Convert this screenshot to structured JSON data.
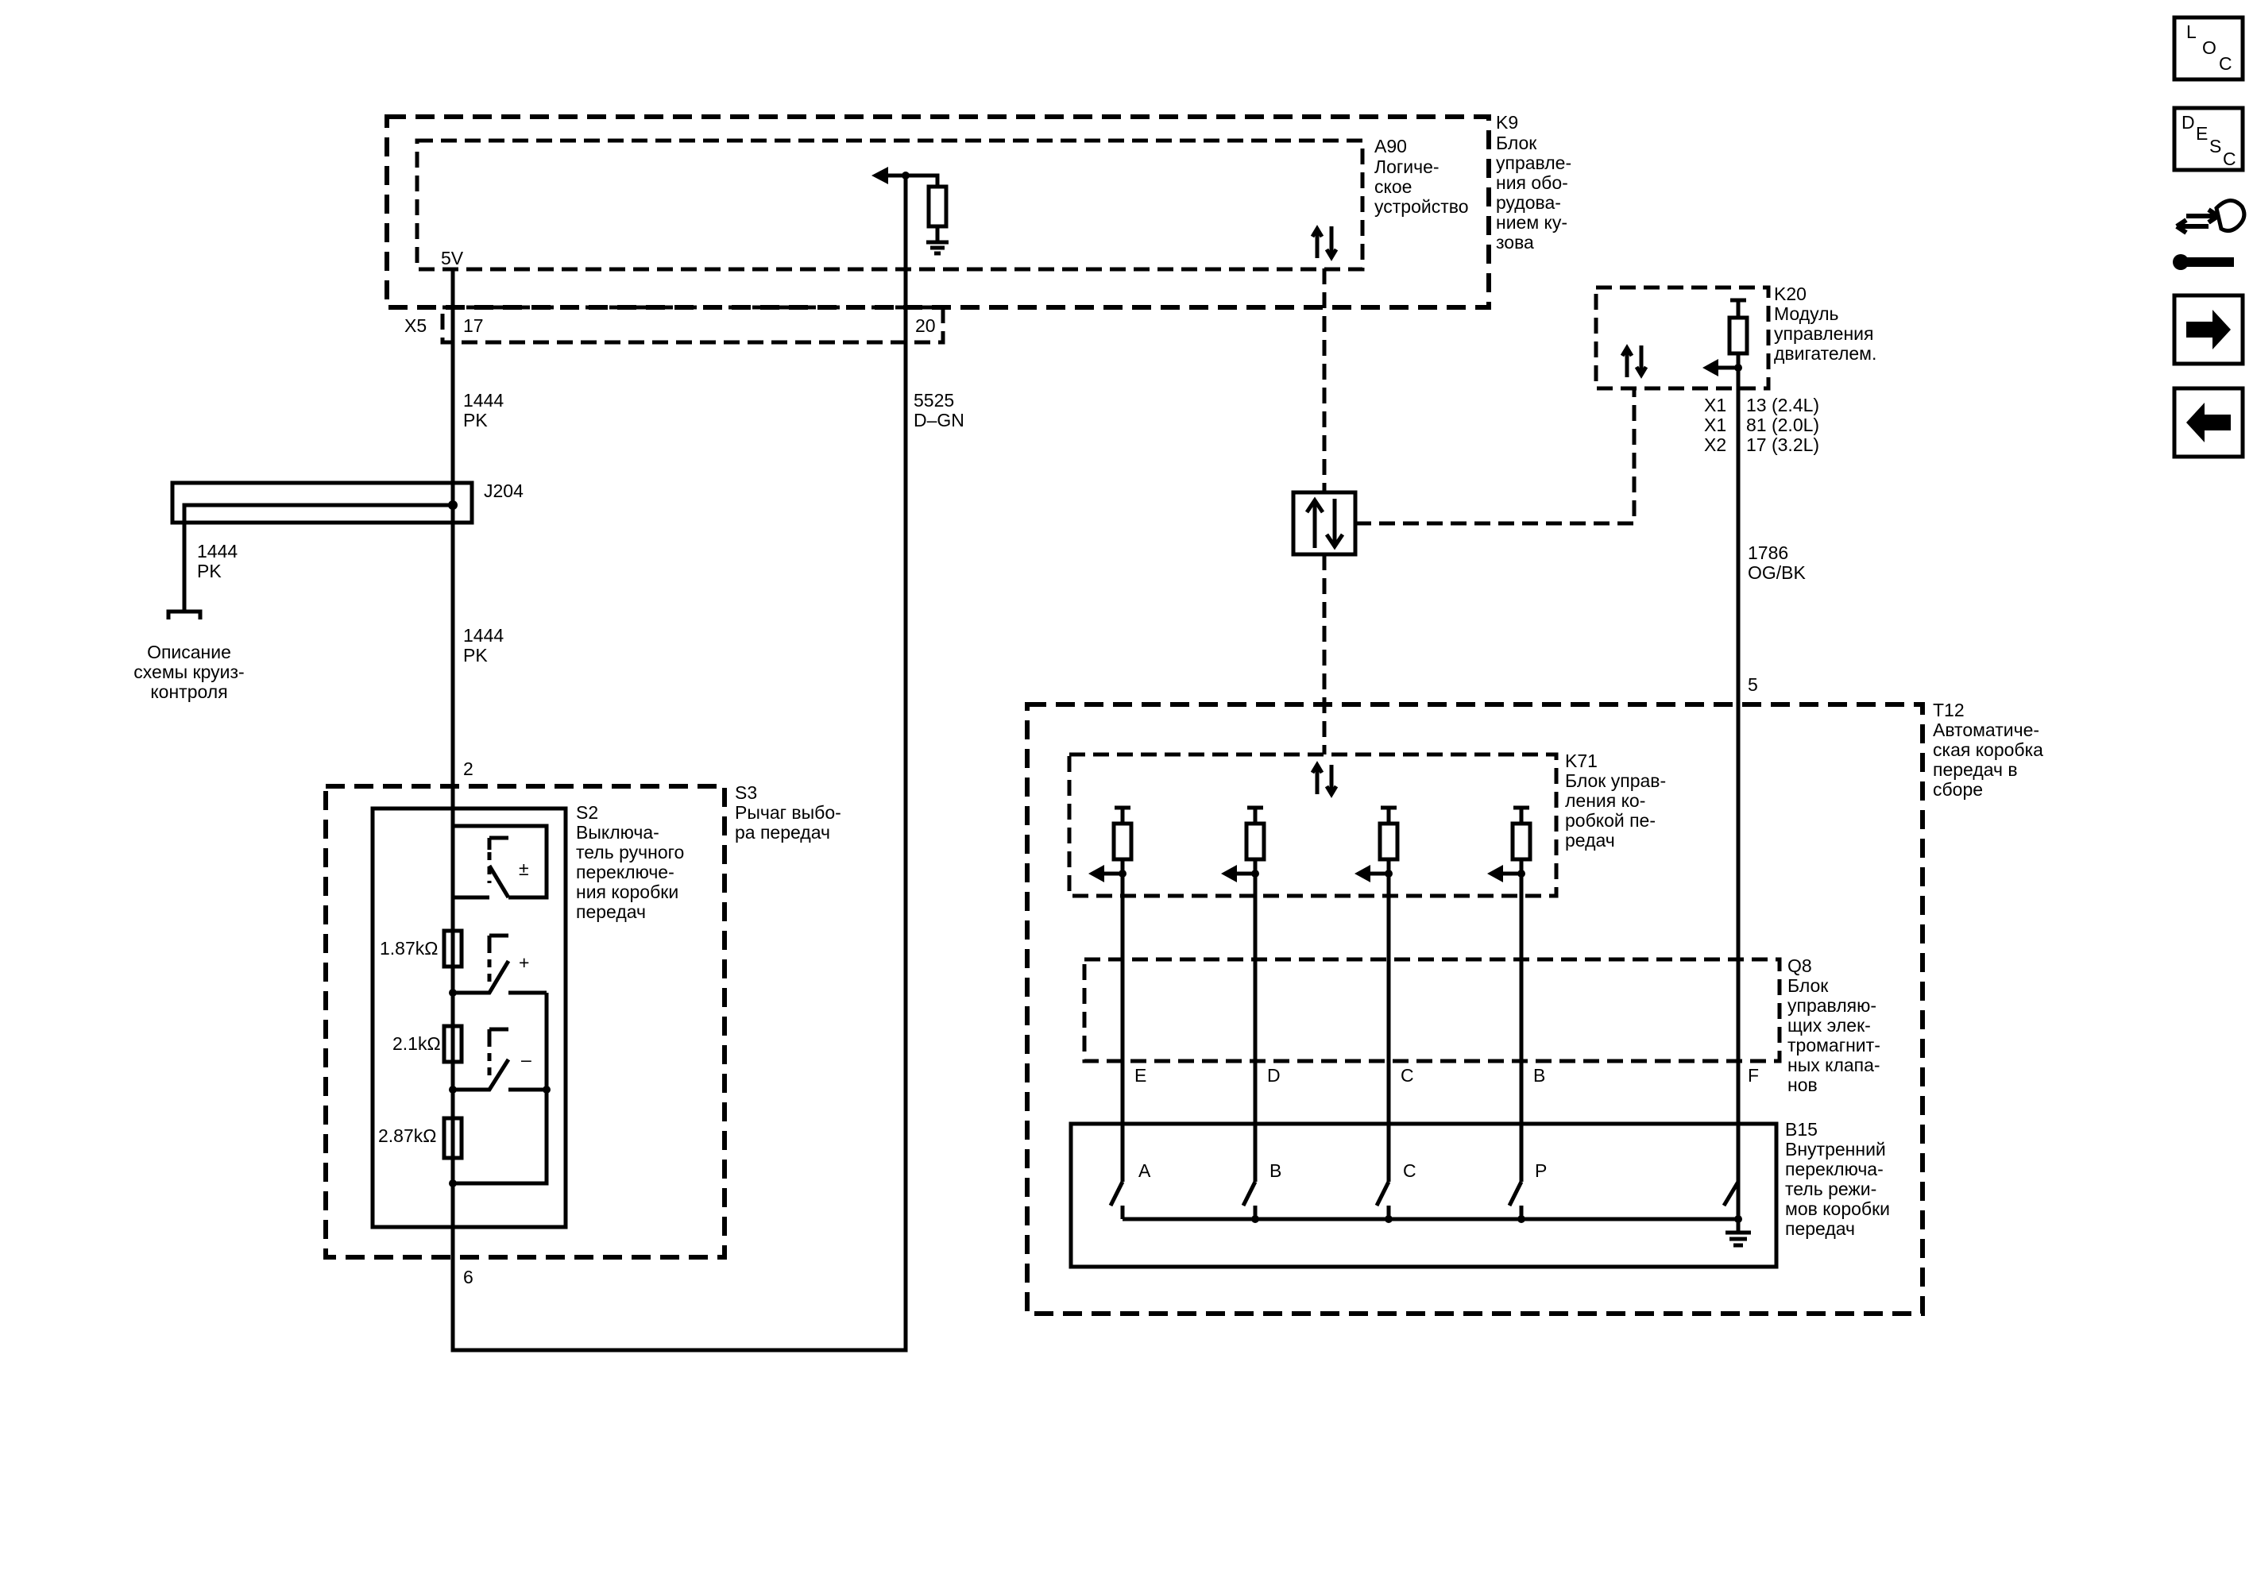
{
  "nav": {
    "loc_letters": [
      "L",
      "O",
      "C"
    ],
    "desc_letters": [
      "D",
      "E",
      "S",
      "C"
    ]
  },
  "modules": {
    "k9": {
      "id": "K9",
      "name": [
        "Блок",
        "управле-",
        "ния обо-",
        "рудова-",
        "нием ку-",
        "зова"
      ]
    },
    "a90": {
      "id": "A90",
      "name": [
        "Логиче-",
        "ское",
        "устройство"
      ]
    },
    "k20": {
      "id": "K20",
      "name": [
        "Модуль",
        "управления",
        "двигателем."
      ]
    },
    "t12": {
      "id": "T12",
      "name": [
        "Автоматиче-",
        "ская коробка",
        "передач в",
        "сборе"
      ]
    },
    "k71": {
      "id": "K71",
      "name": [
        "Блок управ-",
        "ления ко-",
        "робкой пе-",
        "редач"
      ]
    },
    "q8": {
      "id": "Q8",
      "name": [
        "Блок",
        "управляю-",
        "щих элек-",
        "тромагнит-",
        "ных клапа-",
        "нов"
      ]
    },
    "b15": {
      "id": "B15",
      "name": [
        "Внутренний",
        "переключа-",
        "тель режи-",
        "мов коробки",
        "передач"
      ]
    },
    "s3": {
      "id": "S3",
      "name": [
        "Рычаг выбо-",
        "ра передач"
      ]
    },
    "s2": {
      "id": "S2",
      "name": [
        "Выключа-",
        "тель ручного",
        "переключе-",
        "ния коробки",
        "передач"
      ]
    },
    "j204": {
      "id": "J204"
    }
  },
  "labels": {
    "v5": "5V",
    "x5": "X5",
    "pin17": "17",
    "pin20": "20",
    "wire1444_num": "1444",
    "wire1444_color": "PK",
    "wire5525_num": "5525",
    "wire5525_color": "D–GN",
    "wire1786_num": "1786",
    "wire1786_color": "OG/BK",
    "pin2": "2",
    "pin6": "6",
    "pin5": "5",
    "cruise": [
      "Описание",
      "схемы круиз-",
      "контроля"
    ],
    "k20_pins": [
      {
        "conn": "X1",
        "pin": "13 (2.4L)"
      },
      {
        "conn": "X1",
        "pin": "81 (2.0L)"
      },
      {
        "conn": "X2",
        "pin": "17 (3.2L)"
      }
    ],
    "resistors": [
      "1.87kΩ",
      "2.1kΩ",
      "2.87kΩ"
    ],
    "s2_signs": [
      "±",
      "+",
      "–"
    ],
    "q8_pins": [
      "E",
      "D",
      "C",
      "B",
      "F"
    ],
    "b15_switches": [
      "A",
      "B",
      "C",
      "P"
    ]
  }
}
